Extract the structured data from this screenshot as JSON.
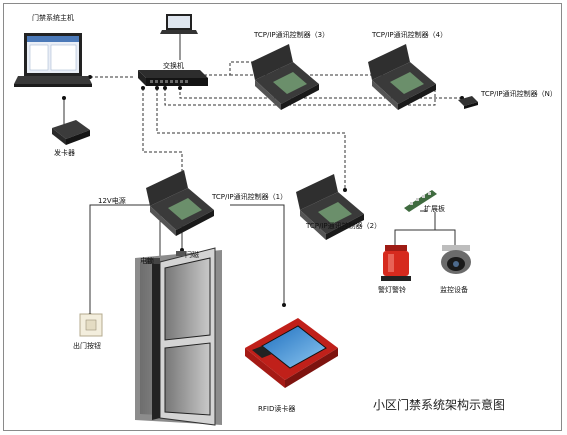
{
  "labels": {
    "host": "门禁系统主机",
    "switch": "交换机",
    "card_issuer": "发卡器",
    "ctrl_1": "TCP/IP通讯控制器（1）",
    "ctrl_2": "TCP/IP通讯控制器（2）",
    "ctrl_3": "TCP/IP通讯控制器（3）",
    "ctrl_4": "TCP/IP通讯控制器（4）",
    "ctrl_n": "TCP/IP通讯控制器（N）",
    "power": "12V电源",
    "lock": "电锁",
    "door_sensor": "门磁",
    "exit_button": "出门按钮",
    "rfid_reader": "RFID读卡器",
    "expansion": "扩展板",
    "alarm": "警灯警铃",
    "camera": "监控设备",
    "caption": "小区门禁系统架构示意图"
  },
  "colors": {
    "alarm_red": "#d62a1e",
    "reader_red": "#c0201a",
    "device_dark": "#2a2a2a"
  }
}
